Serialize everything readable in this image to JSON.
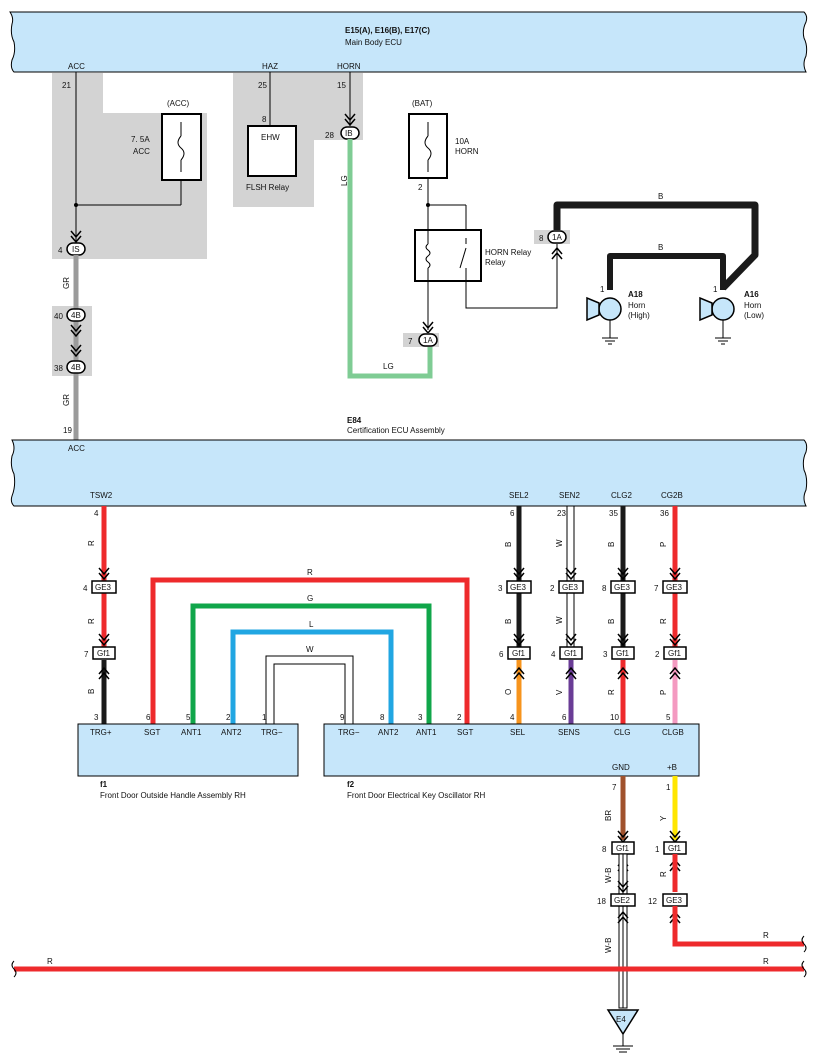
{
  "main_body_ecu": {
    "codes": "E15(A), E16(B), E17(C)",
    "name": "Main Body ECU"
  },
  "cert_ecu": {
    "code": "E84",
    "name": "Certification ECU Assembly"
  },
  "top_pins": [
    {
      "pin": "21",
      "name": "ACC"
    },
    {
      "pin": "25",
      "name": "HAZ"
    },
    {
      "pin": "15",
      "name": "HORN"
    }
  ],
  "fuse_acc": {
    "group": "(ACC)",
    "rating": "7. 5A",
    "name": "ACC"
  },
  "fuse_bat": {
    "group": "(BAT)",
    "rating": "10A",
    "name": "HORN",
    "pin": "2"
  },
  "flsh_relay": {
    "pin": "8",
    "label": "EHW",
    "name": "FLSH Relay"
  },
  "horn_relay": {
    "name": "HORN Relay"
  },
  "horn_high": {
    "code": "A18",
    "name": "Horn",
    "sub": "(High)",
    "pin": "1"
  },
  "horn_low": {
    "code": "A16",
    "name": "Horn",
    "sub": "(Low)",
    "pin": "1"
  },
  "connectors": {
    "ib28": {
      "pin": "28",
      "id": "IB"
    },
    "is4": {
      "pin": "4",
      "id": "IS"
    },
    "4b40": {
      "pin": "40",
      "id": "4B"
    },
    "4b38": {
      "pin": "38",
      "id": "4B"
    },
    "1a8": {
      "pin": "8",
      "id": "1A"
    },
    "1a7": {
      "pin": "7",
      "id": "1A"
    }
  },
  "wire_colors": {
    "lg": "LG",
    "gr": "GR",
    "b": "B",
    "r": "R",
    "g": "G",
    "l": "L",
    "w": "W",
    "o": "O",
    "v": "V",
    "p": "P",
    "br": "BR",
    "y": "Y",
    "wb": "W-B"
  },
  "acc_pin": {
    "pin": "19",
    "name": "ACC"
  },
  "cert_pins": [
    {
      "pin": "4",
      "name": "TSW2"
    },
    {
      "pin": "6",
      "name": "SEL2"
    },
    {
      "pin": "23",
      "name": "SEN2"
    },
    {
      "pin": "35",
      "name": "CLG2"
    },
    {
      "pin": "36",
      "name": "CG2B"
    }
  ],
  "ge3": {
    "id": "GE3",
    "pins": [
      "4",
      "3",
      "2",
      "8",
      "7"
    ]
  },
  "gf1": {
    "id": "Gf1",
    "pins": [
      "7",
      "6",
      "4",
      "3",
      "2"
    ]
  },
  "f1": {
    "code": "f1",
    "name": "Front Door Outside Handle Assembly RH",
    "pins": [
      "3",
      "6",
      "5",
      "2",
      "1"
    ],
    "labels": [
      "TRG+",
      "SGT",
      "ANT1",
      "ANT2",
      "TRG−"
    ]
  },
  "f2": {
    "code": "f2",
    "name": "Front Door Electrical Key Oscillator RH",
    "pins": [
      "9",
      "8",
      "3",
      "2",
      "4",
      "6",
      "10",
      "5"
    ],
    "labels": [
      "TRG−",
      "ANT2",
      "ANT1",
      "SGT",
      "SEL",
      "SENS",
      "CLG",
      "CLGB"
    ],
    "gnd": "GND",
    "gnd_pin": "7",
    "plusb": "+B",
    "plusb_pin": "1"
  },
  "lower_conn": {
    "gf1_gnd": {
      "pin": "8",
      "id": "Gf1"
    },
    "ge2": {
      "pin": "18",
      "id": "GE2"
    },
    "gf1_b": {
      "pin": "1",
      "id": "Gf1"
    },
    "ge3_b": {
      "pin": "12",
      "id": "GE3"
    }
  },
  "ground": {
    "id": "E4"
  },
  "colors": {
    "ecu_fill": "#c6e6fa",
    "shade": "#d3d3d3",
    "lg": "#7fcc94",
    "gr": "#9b9b9b",
    "red": "#ee2a2c",
    "green": "#10a64a",
    "blue": "#21a6e2",
    "orange": "#f7941d",
    "violet": "#6a3c96",
    "pink": "#f49ac1",
    "brown": "#a0522d",
    "yellow": "#ffe600"
  }
}
